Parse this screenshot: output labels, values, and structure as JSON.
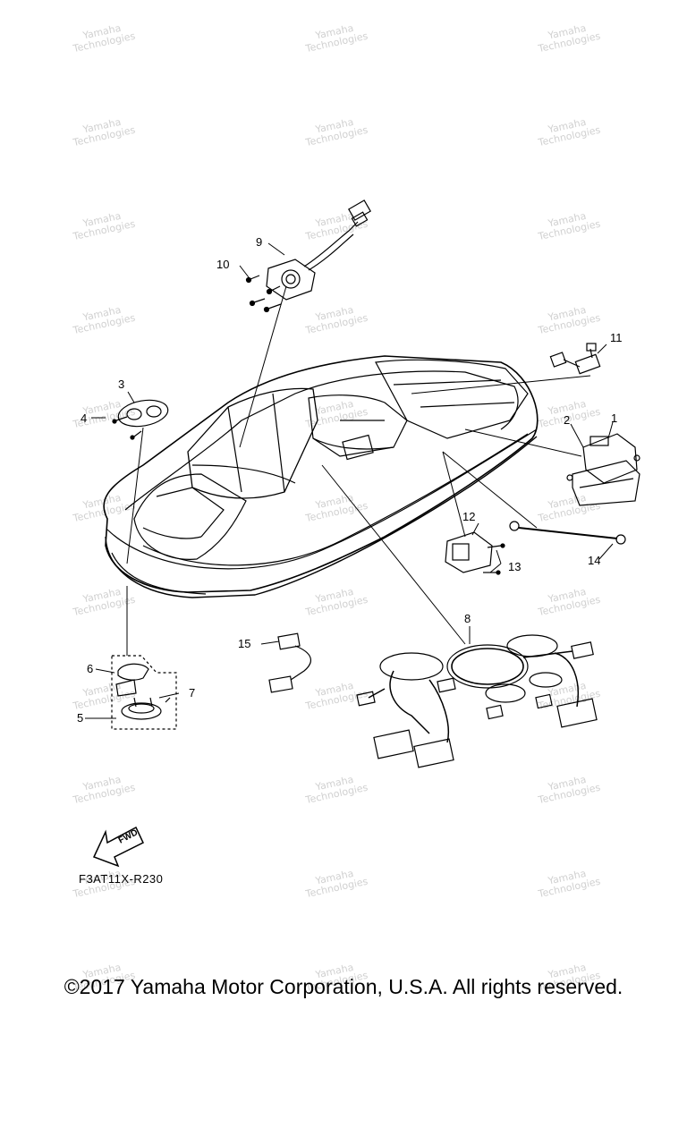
{
  "watermark": "Yamaha\nTechnologies",
  "callouts": {
    "c1": "1",
    "c2": "2",
    "c3": "3",
    "c4": "4",
    "c5": "5",
    "c6": "6",
    "c7": "7",
    "c8": "8",
    "c9": "9",
    "c10": "10",
    "c11": "11",
    "c12": "12",
    "c13": "13",
    "c14": "14",
    "c15": "15"
  },
  "fwd_label": "FWD",
  "diagram_code": "F3AT11X-R230",
  "copyright": "©2017 Yamaha Motor Corporation, U.S.A. All rights reserved."
}
